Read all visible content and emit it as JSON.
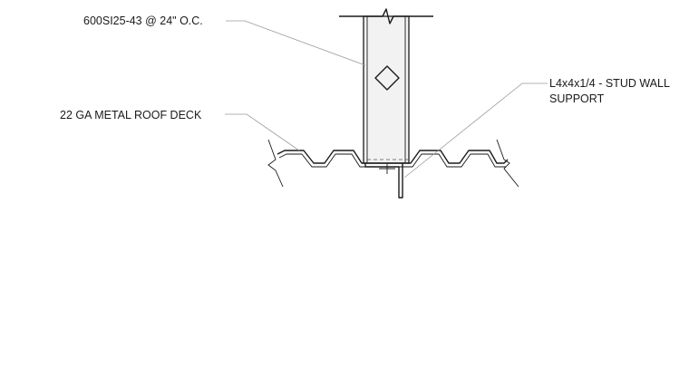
{
  "labels": {
    "stud": "600SI25-43 @ 24\" O.C.",
    "angle_line1": "L4x4x1/4 - STUD WALL",
    "angle_line2": "SUPPORT",
    "deck": "22 GA METAL ROOF DECK"
  },
  "colors": {
    "line": "#1a1a1a",
    "leader": "#9a9a9a",
    "stud_fill": "#f2f2f2"
  }
}
